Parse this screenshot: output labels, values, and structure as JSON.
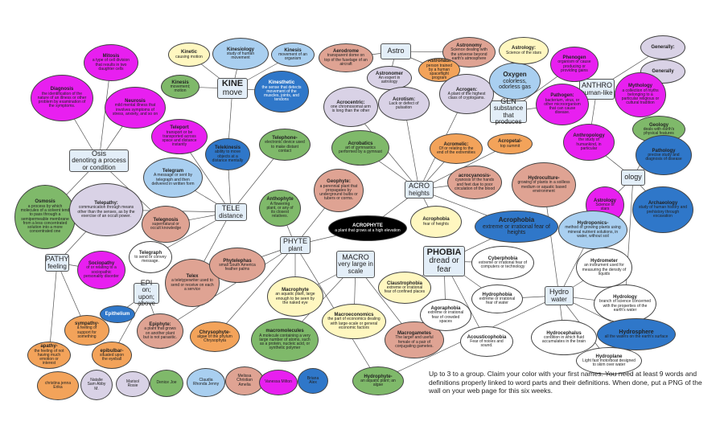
{
  "note": "Up to 3 to a group.  Claim your color with your first names.  You need at least 9  words and definitions properly linked to word parts and their definitions. When done, put a PNG of the wall on your web page for this six weeks.",
  "colors": {
    "green": "#7fb96a",
    "magenta": "#e81ff0",
    "blue": "#2f77c9",
    "lightblue": "#a9cff0",
    "salmon": "#dfa393",
    "yellow": "#fff7c0",
    "lavender": "#d9d2e6",
    "orange": "#f3a35a",
    "gray": "#bfbfbf",
    "black": "#000000",
    "box": "#e3eef8"
  },
  "roots": [
    {
      "id": "kine",
      "title": "KINE",
      "def": "move"
    },
    {
      "id": "osis",
      "title": "Osis",
      "def": "denoting a process or condition"
    },
    {
      "id": "tele",
      "title": "TELE",
      "def": "distance"
    },
    {
      "id": "phyte",
      "title": "PHYTE",
      "def": "plant"
    },
    {
      "id": "macro",
      "title": "MACRO",
      "def": "very large in scale"
    },
    {
      "id": "phobia",
      "title": "PHOBIA",
      "def": "dread or fear"
    },
    {
      "id": "acro",
      "title": "ACRO",
      "def": "heights"
    },
    {
      "id": "astro",
      "title": "Astro",
      "def": ""
    },
    {
      "id": "gen",
      "title": "GEN",
      "def": "substance that produces"
    },
    {
      "id": "anthro",
      "title": "ANTHRO",
      "def": "human-like"
    },
    {
      "id": "ology",
      "title": "ology",
      "def": ""
    },
    {
      "id": "hydro",
      "title": "Hydro",
      "def": "water"
    },
    {
      "id": "epi",
      "title": "EPI",
      "def": "on; upon; above"
    },
    {
      "id": "pathy",
      "title": "PATHY",
      "def": "feeling"
    }
  ],
  "words": [
    {
      "id": "kinetic",
      "title": "Kinetic",
      "def": "causing motion"
    },
    {
      "id": "kinesiology",
      "title": "Kinesiology",
      "def": "study of human movement"
    },
    {
      "id": "kinesis",
      "title": "Kinesis",
      "def": "movement of an organism"
    },
    {
      "id": "kinesis2",
      "title": "Kinesis",
      "def": "movement; motion"
    },
    {
      "id": "kinesthetic",
      "title": "Kinesthetic",
      "def": "the sense that detects movement of the muscles, joints, and tendons"
    },
    {
      "id": "telekinesis",
      "title": "Telekinesis",
      "def": "ability to move objects at a distance mentally"
    },
    {
      "id": "mitosis",
      "title": "Mitosis",
      "def": "a type of cell division that results in two daughter cells"
    },
    {
      "id": "diagnosis",
      "title": "Diagnosis",
      "def": "the identification of the nature of an illness or other problem by examination of the symptoms."
    },
    {
      "id": "neurosis",
      "title": "Neurosis",
      "def": "mild mental illness that involves symptoms of stress, anxiety, and so on"
    },
    {
      "id": "teleport",
      "title": "Teleport",
      "def": "transport or be transported across space and distance instantly"
    },
    {
      "id": "osmosis",
      "title": "Osmosis",
      "def": "a process by which molecules of a solvent tend to pass through a semipermeable membrane from a less concentrated solution into a more concentrated one"
    },
    {
      "id": "telegram",
      "title": "Telegram",
      "def": "A message or sent by telegraph and then delivered in written form"
    },
    {
      "id": "telepathy",
      "title": "Telepathy:",
      "def": "communication through means other than the senses, as by the exercise of an occult power."
    },
    {
      "id": "telegnosis",
      "title": "Telegnosis",
      "def": "supernatural or occult knowledge"
    },
    {
      "id": "telegraph",
      "title": "Telegraph",
      "def": "to send or convey message."
    },
    {
      "id": "telex",
      "title": "Telex",
      "def": "a teletypewriter used to send or receive on each a service"
    },
    {
      "id": "sociopathy",
      "title": "Sociopathy",
      "def": "of or relating to a sociopathic personality disorder"
    },
    {
      "id": "sympathy",
      "title": "sympathy-",
      "def": "a feeling of support for something"
    },
    {
      "id": "epithelium",
      "title": "Epithelium",
      "def": ""
    },
    {
      "id": "epiphyte",
      "title": "Epiphyte:",
      "def": "a plant that grows on another plant but is not parasitic."
    },
    {
      "id": "apathy",
      "title": "apathy-",
      "def": "the feeling of not having much emotion or interest"
    },
    {
      "id": "epibulbar",
      "title": "epibulbar-",
      "def": "situated upon the eyeball"
    },
    {
      "id": "telephone",
      "title": "Telephone-",
      "def": "electronic device used to make distant contact"
    },
    {
      "id": "anthophyte",
      "title": "Anthophyte",
      "def": "A flowering plant, or any of its closest relatives."
    },
    {
      "id": "phytelephas",
      "title": "Phytelephas",
      "def": "small South America feather palms"
    },
    {
      "id": "chrysophyte",
      "title": "Chrysophyte-",
      "def": "algae of the phylum Chrysophyta"
    },
    {
      "id": "geophyte",
      "title": "Geophyte:",
      "def": "a perennial plant that propagates by underground bulbs or tubers or corms."
    },
    {
      "id": "acrobatics",
      "title": "Acrobatics",
      "def": "art of gymnastics performed by a gymnast"
    },
    {
      "id": "acrophyte",
      "title": "ACROPHYTE",
      "def": "a plant that grows at a high elevation"
    },
    {
      "id": "macrophyte",
      "title": "Macrophyte",
      "def": "an aquatic plant, large enough to be seen by the naked eye"
    },
    {
      "id": "macromolecules",
      "title": "macromolecules",
      "def": "A molecule containing a very large number of atoms, such as a protein, nucleic acid, or synthetic polymer"
    },
    {
      "id": "macroeconomics",
      "title": "Macroeconomics",
      "def": "the part of economics dealing with large-scale or general economic factors"
    },
    {
      "id": "macrogametes",
      "title": "Macrogametes",
      "def": "The larger and useful female of a pair of conjugating gametes."
    },
    {
      "id": "hydrophyte",
      "title": "Hydrophyte-",
      "def": "an aquatic plant; an algae"
    },
    {
      "id": "astronomy",
      "title": "Astronomy",
      "def": "Science dealing with the universe beyond earth's atmosphere"
    },
    {
      "id": "astronaut",
      "title": "Astronaut",
      "def": "person trained by a human spaceflight program"
    },
    {
      "id": "astronomer",
      "title": "Astronomer",
      "def": "An expert in astrology"
    },
    {
      "id": "aerodrome",
      "title": "Aerodrome",
      "def": "transparent dome on top of the fuselage of an aircraft"
    },
    {
      "id": "acrocentric",
      "title": "Acrocentric:",
      "def": "one chromosomal arm is long than the other"
    },
    {
      "id": "acrotism",
      "title": "Acrotism:",
      "def": "Lack or defect of pulsation"
    },
    {
      "id": "acrogen",
      "title": "Acrogen:",
      "def": "A plant of the highest class of cryptogams."
    },
    {
      "id": "oxygen",
      "title": "Oxygen",
      "def": "colorless, odorless gas"
    },
    {
      "id": "astrology",
      "title": "Astrology:",
      "def": "Science of the stars"
    },
    {
      "id": "phenogen",
      "title": "Phenogen",
      "def": "organism or cause producing or providing gains"
    },
    {
      "id": "pathogen",
      "title": "Pathogen:",
      "def": "bacterium, virus, or other microorganism that can cause disease."
    },
    {
      "id": "generally",
      "title": "Generally:",
      "def": ""
    },
    {
      "id": "generally2",
      "title": "Generally",
      "def": ""
    },
    {
      "id": "mythology",
      "title": "Mythology",
      "def": "a collection of myths belonging to a particular religious or cultural tradition"
    },
    {
      "id": "geology",
      "title": "Geology",
      "def": "deals with earth's physical features"
    },
    {
      "id": "pathology",
      "title": "Pathology",
      "def": "precise study and diagnosis of disease"
    },
    {
      "id": "anthropology",
      "title": "Anthropology",
      "def": "the study of humankind, in particular"
    },
    {
      "id": "acromelic",
      "title": "Acromelic:",
      "def": "Of or relating to the end of the extremities"
    },
    {
      "id": "acropetal",
      "title": "Acropetal-",
      "def": "top summit"
    },
    {
      "id": "acrocyanosis",
      "title": "acrocyanosis-",
      "def": "cyanosis of the hands and feet due to poor circulation of the blood"
    },
    {
      "id": "hydroculture",
      "title": "Hydroculture-",
      "def": "growing of plants in a soilless medium or aquatic based environment"
    },
    {
      "id": "astrology2",
      "title": "Astrology",
      "def": "Science of stars"
    },
    {
      "id": "archaeology",
      "title": "Archaeology",
      "def": "study of human history and prehistory through excavation"
    },
    {
      "id": "acrophobia",
      "title": "Acrophobia",
      "def": "extreme or irrational fear of heights"
    },
    {
      "id": "acrophobia2",
      "title": "Acrophobia",
      "def": "fear of heights"
    },
    {
      "id": "hydroponics",
      "title": "Hydroponics-",
      "def": "method of growing plants using mineral nutrient solutions, in water, without soil"
    },
    {
      "id": "cyberphobia",
      "title": "Cyberphobia",
      "def": "extreme or irrational fear of computers or technology"
    },
    {
      "id": "claustrophobia",
      "title": "Claustrophobia",
      "def": "extreme or irrational fear of confined places"
    },
    {
      "id": "hydrophobia",
      "title": "Hydrophobia",
      "def": "extreme or irrational fear of water"
    },
    {
      "id": "agoraphobia",
      "title": "Agoraphobia",
      "def": "extreme or irrational fear of crowded spaces"
    },
    {
      "id": "acousticophobia",
      "title": "Acousticophobia",
      "def": "Fear of noises and sound."
    },
    {
      "id": "hydrometer",
      "title": "Hydrometer",
      "def": "an instrument used for measuring the density of liquids"
    },
    {
      "id": "hydrology",
      "title": "Hydrology",
      "def": "branch of science concerned with the properties of the earth's water"
    },
    {
      "id": "hydrocephalus",
      "title": "Hydrocephalus",
      "def": "condition in which fluid accumulates in the brain"
    },
    {
      "id": "hydrosphere",
      "title": "Hydrosphere",
      "def": "all the waters on the earth's surface"
    },
    {
      "id": "hydroplane",
      "title": "Hydroplane",
      "def": "Light fast motorboat designed to skim over water"
    }
  ],
  "names": [
    {
      "id": "n1",
      "text": "christina jenna Erika"
    },
    {
      "id": "n2",
      "text": "Natalie Sam Abby M."
    },
    {
      "id": "n3",
      "text": "Marisol Rosie"
    },
    {
      "id": "n4",
      "text": "Denice Joe"
    },
    {
      "id": "n5",
      "text": "Claudia Rhonda Jenny"
    },
    {
      "id": "n6",
      "text": "Melissa Christian Amelia"
    },
    {
      "id": "n7",
      "text": "Vanessa Milton"
    },
    {
      "id": "n8",
      "text": "Briana Alex"
    }
  ]
}
